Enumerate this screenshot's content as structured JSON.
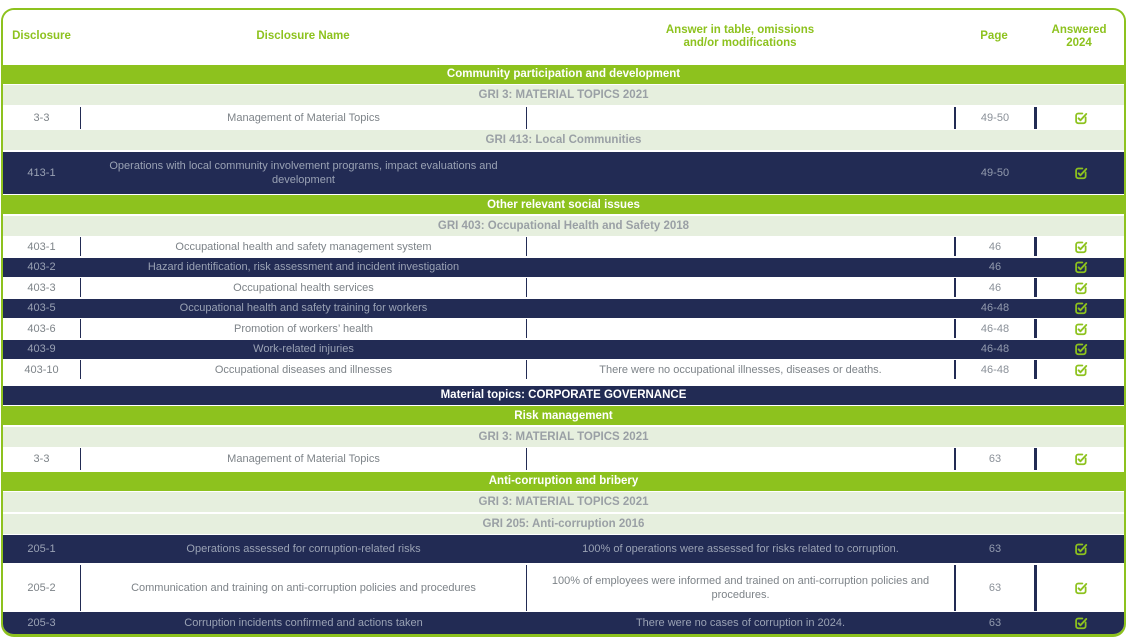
{
  "colors": {
    "accent_green": "#8dc21e",
    "navy": "#222b54",
    "light_band_bg": "#e6efde",
    "band_gray_text": "#9aa0a5",
    "white_row_text": "#7d8388",
    "navy_row_text": "#9aa2b4",
    "page_text": "#8a9098"
  },
  "icons": {
    "answered_icon": "checkbox-checked-icon"
  },
  "header": {
    "columns": [
      "Disclosure",
      "Disclosure Name",
      "Answer in table, omissions\nand/or modifications",
      "Page",
      "Answered\n2024"
    ]
  },
  "table": {
    "rows": [
      {
        "type": "band",
        "style": "green",
        "label": "Community participation and development"
      },
      {
        "type": "band",
        "style": "light",
        "label": "GRI 3: MATERIAL TOPICS 2021"
      },
      {
        "type": "data",
        "variant": "white",
        "disclosure": "3-3",
        "name": "Management of Material Topics",
        "answer": "",
        "page": "49-50",
        "answered": true
      },
      {
        "type": "band",
        "style": "light",
        "label": "GRI 413: Local Communities"
      },
      {
        "type": "data",
        "variant": "navy",
        "disclosure": "413-1",
        "name": "Operations with local community involvement programs, impact evaluations and development",
        "answer": "",
        "page": "49-50",
        "answered": true
      },
      {
        "type": "band",
        "style": "green",
        "label": "Other relevant social issues"
      },
      {
        "type": "band",
        "style": "light",
        "label": "GRI 403: Occupational Health and Safety 2018"
      },
      {
        "type": "data",
        "variant": "white",
        "disclosure": "403-1",
        "name": "Occupational health and safety management system",
        "answer": "",
        "page": "46",
        "answered": true
      },
      {
        "type": "data",
        "variant": "navy",
        "disclosure": "403-2",
        "name": "Hazard identification, risk assessment and incident investigation",
        "answer": "",
        "page": "46",
        "answered": true
      },
      {
        "type": "data",
        "variant": "white",
        "disclosure": "403-3",
        "name": "Occupational health services",
        "answer": "",
        "page": "46",
        "answered": true
      },
      {
        "type": "data",
        "variant": "navy",
        "disclosure": "403-5",
        "name": "Occupational health and safety training for workers",
        "answer": "",
        "page": "46-48",
        "answered": true
      },
      {
        "type": "data",
        "variant": "white",
        "disclosure": "403-6",
        "name": "Promotion of workers’ health",
        "answer": "",
        "page": "46-48",
        "answered": true
      },
      {
        "type": "data",
        "variant": "navy",
        "disclosure": "403-9",
        "name": "Work-related injuries",
        "answer": "",
        "page": "46-48",
        "answered": true
      },
      {
        "type": "data",
        "variant": "white",
        "disclosure": "403-10",
        "name": "Occupational diseases and illnesses",
        "answer": "There were no occupational illnesses, diseases or deaths.",
        "page": "46-48",
        "answered": true
      },
      {
        "type": "band",
        "style": "navy",
        "label": "Material topics: CORPORATE GOVERNANCE"
      },
      {
        "type": "band",
        "style": "green",
        "label": "Risk management"
      },
      {
        "type": "band",
        "style": "light",
        "label": "GRI 3: MATERIAL TOPICS 2021"
      },
      {
        "type": "data",
        "variant": "white",
        "disclosure": "3-3",
        "name": "Management of Material Topics",
        "answer": "",
        "page": "63",
        "answered": true
      },
      {
        "type": "band",
        "style": "green",
        "label": "Anti-corruption and bribery"
      },
      {
        "type": "band",
        "style": "light",
        "label": "GRI 3: MATERIAL TOPICS 2021"
      },
      {
        "type": "band",
        "style": "light",
        "label": "GRI 205: Anti-corruption 2016"
      },
      {
        "type": "data",
        "variant": "navy",
        "disclosure": "205-1",
        "name": "Operations assessed for corruption-related risks",
        "answer": "100% of operations were assessed for risks related to corruption.",
        "page": "63",
        "answered": true
      },
      {
        "type": "data",
        "variant": "white",
        "disclosure": "205-2",
        "name": "Communication and training on anti-corruption policies and procedures",
        "answer": "100% of employees were informed and trained on anti-corruption policies and procedures.",
        "page": "63",
        "answered": true
      },
      {
        "type": "data",
        "variant": "navy",
        "disclosure": "205-3",
        "name": "Corruption incidents confirmed and actions taken",
        "answer": "There were no cases of corruption in 2024.",
        "page": "63",
        "answered": true
      }
    ]
  }
}
